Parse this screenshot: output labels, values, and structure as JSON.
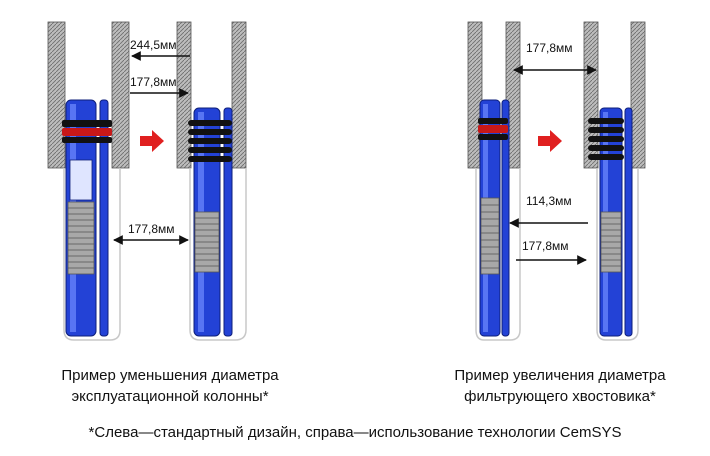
{
  "left_panel": {
    "dimensions": [
      "244,5мм",
      "177,8мм",
      "177,8мм"
    ],
    "caption_line1": "Пример уменьшения диаметра",
    "caption_line2": "эксплуатационной колонны*"
  },
  "right_panel": {
    "dimensions": [
      "177,8мм",
      "114,3мм",
      "177,8мм"
    ],
    "caption_line1": "Пример увеличения диаметра",
    "caption_line2": "фильтрующего хвостовика*"
  },
  "footnote": "*Слева—стандартный дизайн, справа—использование технологии CemSYS",
  "colors": {
    "casing": "#9a9a9a",
    "tool_blue": "#1f3fd0",
    "seal_black": "#111111",
    "packer_red": "#c81818",
    "arrow_red": "#e02020",
    "spring_gray": "#a8a8a8"
  }
}
